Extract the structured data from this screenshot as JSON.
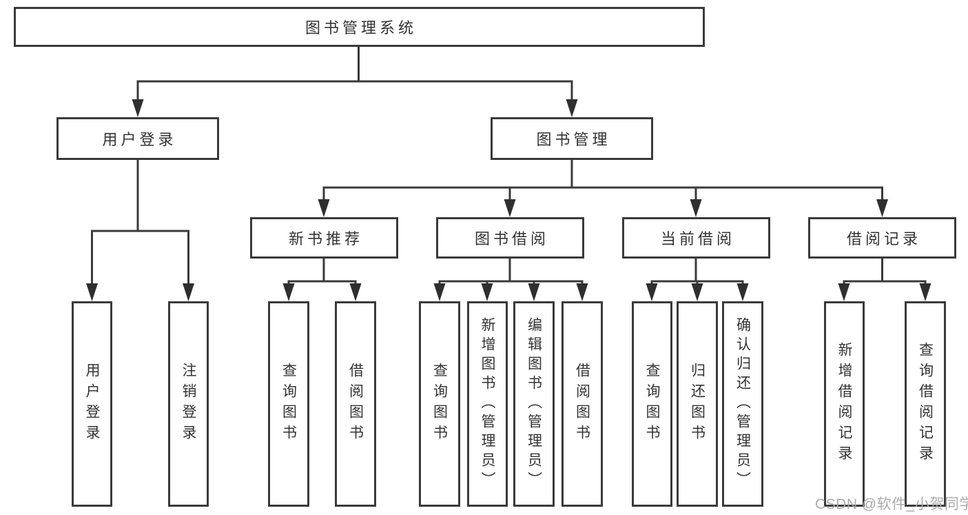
{
  "diagram": {
    "title": "图书管理系统",
    "tree": {
      "label": "图书管理系统",
      "children": [
        {
          "label": "用户登录",
          "children": [
            {
              "label": "用户登录"
            },
            {
              "label": "注销登录"
            }
          ]
        },
        {
          "label": "图书管理",
          "children": [
            {
              "label": "新书推荐",
              "children": [
                {
                  "label": "查询图书"
                },
                {
                  "label": "借阅图书"
                }
              ]
            },
            {
              "label": "图书借阅",
              "children": [
                {
                  "label": "查询图书"
                },
                {
                  "label": "新增图书（管理员）"
                },
                {
                  "label": "编辑图书（管理员）"
                },
                {
                  "label": "借阅图书"
                }
              ]
            },
            {
              "label": "当前借阅",
              "children": [
                {
                  "label": "查询图书"
                },
                {
                  "label": "归还图书"
                },
                {
                  "label": "确认归还（管理员）"
                }
              ]
            },
            {
              "label": "借阅记录",
              "children": [
                {
                  "label": "新增借阅记录"
                },
                {
                  "label": "查询借阅记录"
                }
              ]
            }
          ]
        }
      ]
    },
    "colors": {
      "line": "#3a3a3a",
      "text": "#333333",
      "background": "#ffffff",
      "watermark": "#a8a8a8"
    }
  },
  "watermark": "CSDN @软件_小贺同学"
}
